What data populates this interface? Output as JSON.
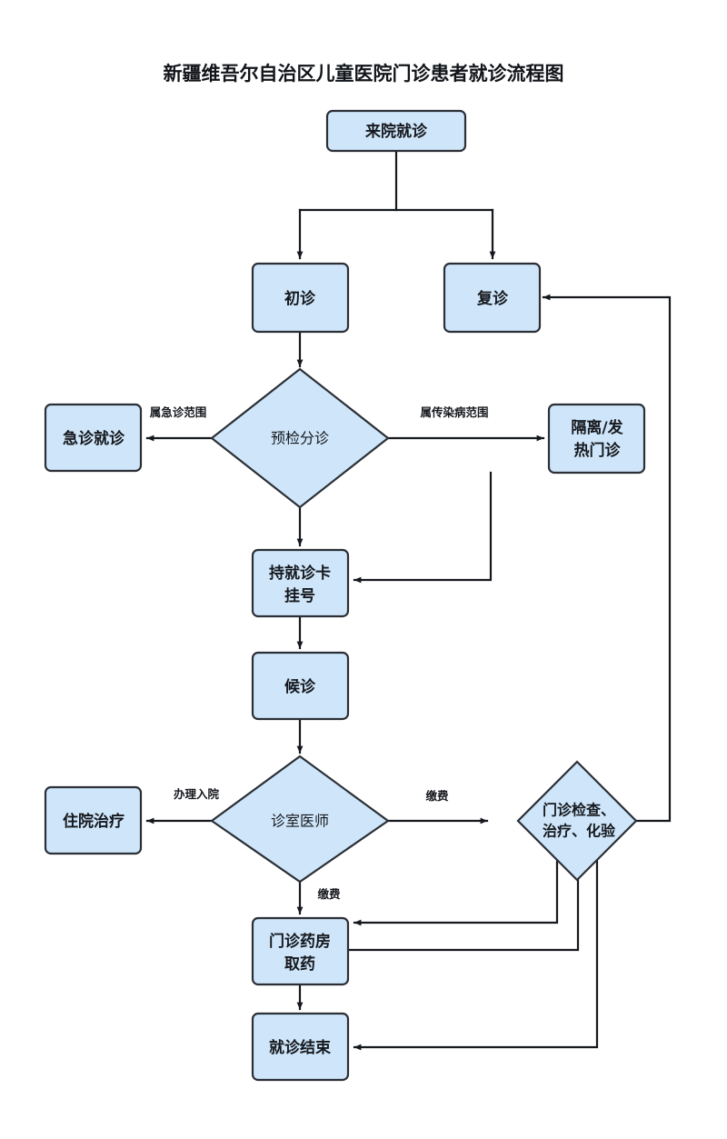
{
  "title": "新疆维吾尔自治区儿童医院门诊患者就诊流程图",
  "colors": {
    "node_fill": "#cfe6fa",
    "node_stroke": "#2b2f36",
    "edge": "#15181d",
    "background": "#ffffff",
    "text": "#15181d"
  },
  "nodes": {
    "arrive": {
      "label": "来院就诊",
      "shape": "rect"
    },
    "first_visit": {
      "label": "初诊",
      "shape": "rect"
    },
    "return_visit": {
      "label": "复诊",
      "shape": "rect"
    },
    "triage": {
      "label": "预检分诊",
      "shape": "diamond"
    },
    "emergency": {
      "label": "急诊就诊",
      "shape": "rect"
    },
    "isolation": {
      "label_line1": "隔离/发",
      "label_line2": "热门诊",
      "shape": "rect"
    },
    "register": {
      "label_line1": "持就诊卡",
      "label_line2": "挂号",
      "shape": "rect"
    },
    "waiting": {
      "label": "候诊",
      "shape": "rect"
    },
    "doctor": {
      "label": "诊室医师",
      "shape": "diamond"
    },
    "inpatient": {
      "label": "住院治疗",
      "shape": "rect"
    },
    "exam": {
      "label_line1": "门诊检查、",
      "label_line2": "治疗、化验",
      "shape": "diamond"
    },
    "pharmacy": {
      "label_line1": "门诊药房",
      "label_line2": "取药",
      "shape": "rect"
    },
    "finish": {
      "label": "就诊结束",
      "shape": "rect"
    }
  },
  "edge_labels": {
    "to_emergency": "属急诊范围",
    "to_isolation": "属传染病范围",
    "to_inpatient": "办理入院",
    "to_exam_fee": "缴费",
    "to_pharmacy_fee": "缴费"
  },
  "chart_data": {
    "type": "diagram",
    "title": "新疆维吾尔自治区儿童医院门诊患者就诊流程图",
    "diagram_kind": "flowchart",
    "nodes": [
      {
        "id": "arrive",
        "label": "来院就诊",
        "shape": "rect"
      },
      {
        "id": "first_visit",
        "label": "初诊",
        "shape": "rect"
      },
      {
        "id": "return_visit",
        "label": "复诊",
        "shape": "rect"
      },
      {
        "id": "triage",
        "label": "预检分诊",
        "shape": "diamond"
      },
      {
        "id": "emergency",
        "label": "急诊就诊",
        "shape": "rect"
      },
      {
        "id": "isolation",
        "label": "隔离/发热门诊",
        "shape": "rect"
      },
      {
        "id": "register",
        "label": "持就诊卡挂号",
        "shape": "rect"
      },
      {
        "id": "waiting",
        "label": "候诊",
        "shape": "rect"
      },
      {
        "id": "doctor",
        "label": "诊室医师",
        "shape": "diamond"
      },
      {
        "id": "inpatient",
        "label": "住院治疗",
        "shape": "rect"
      },
      {
        "id": "exam",
        "label": "门诊检查、治疗、化验",
        "shape": "diamond"
      },
      {
        "id": "pharmacy",
        "label": "门诊药房取药",
        "shape": "rect"
      },
      {
        "id": "finish",
        "label": "就诊结束",
        "shape": "rect"
      }
    ],
    "edges": [
      {
        "from": "arrive",
        "to": "first_visit",
        "label": ""
      },
      {
        "from": "arrive",
        "to": "return_visit",
        "label": ""
      },
      {
        "from": "first_visit",
        "to": "triage",
        "label": ""
      },
      {
        "from": "triage",
        "to": "emergency",
        "label": "属急诊范围"
      },
      {
        "from": "triage",
        "to": "isolation",
        "label": "属传染病范围"
      },
      {
        "from": "triage",
        "to": "register",
        "label": ""
      },
      {
        "from": "isolation",
        "to": "register",
        "label": ""
      },
      {
        "from": "return_visit",
        "to": "register",
        "label": ""
      },
      {
        "from": "register",
        "to": "waiting",
        "label": ""
      },
      {
        "from": "waiting",
        "to": "doctor",
        "label": ""
      },
      {
        "from": "doctor",
        "to": "inpatient",
        "label": "办理入院"
      },
      {
        "from": "doctor",
        "to": "exam",
        "label": "缴费"
      },
      {
        "from": "doctor",
        "to": "pharmacy",
        "label": "缴费"
      },
      {
        "from": "exam",
        "to": "return_visit",
        "label": ""
      },
      {
        "from": "exam",
        "to": "pharmacy",
        "label": ""
      },
      {
        "from": "pharmacy",
        "to": "exam",
        "label": ""
      },
      {
        "from": "pharmacy",
        "to": "finish",
        "label": ""
      },
      {
        "from": "exam",
        "to": "finish",
        "label": ""
      }
    ]
  }
}
